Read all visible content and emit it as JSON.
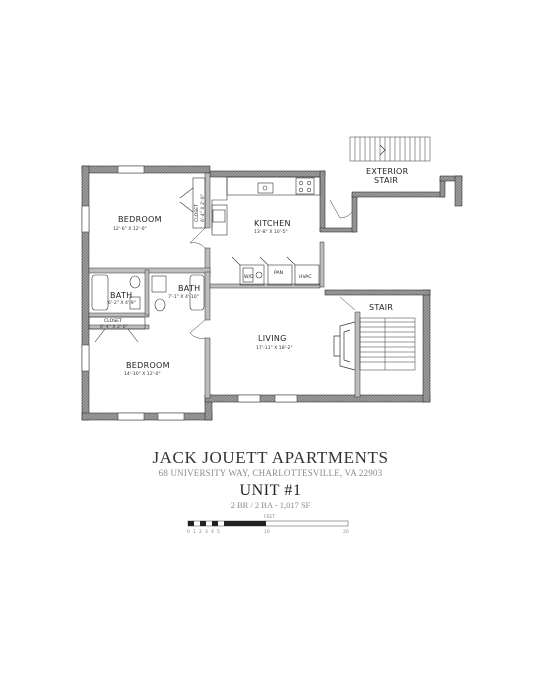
{
  "rooms": {
    "bedroom_1": {
      "name": "BEDROOM",
      "dims": "12'-6\" X 12'-0\""
    },
    "closet_1": {
      "name": "CLOSET",
      "dims": "6'-4\" X 2'-0\""
    },
    "kitchen": {
      "name": "KITCHEN",
      "dims": "13'-8\" X 10'-5\""
    },
    "bath_1": {
      "name": "BATH",
      "dims": "6'-2\" X 4'-9\""
    },
    "bath_2": {
      "name": "BATH",
      "dims": "7'-1\" X 4'-10\""
    },
    "closet_2": {
      "name": "CLOSET",
      "dims": "6'-4\" X 2'-0\""
    },
    "bedroom_2": {
      "name": "BEDROOM",
      "dims": "14'-10\" X 12'-0\""
    },
    "living": {
      "name": "LIVING",
      "dims": "17'-11\" X 18'-2\""
    },
    "stair": {
      "name": "STAIR"
    },
    "exterior_stair": {
      "line1": "EXTERIOR",
      "line2": "STAIR"
    }
  },
  "appliances": {
    "wd": "W/D",
    "pan": "PAN",
    "hvac": "HVAC"
  },
  "title": {
    "name": "JACK JOUETT APARTMENTS",
    "address": "68 UNIVERSITY WAY, CHARLOTTESVILLE, VA 22903",
    "unit": "UNIT #1",
    "info": "2 BR / 2 BA - 1,017 SF"
  },
  "scale": {
    "unit_label": "FEET",
    "ticks": [
      "0",
      "1",
      "2",
      "3",
      "4",
      "5",
      "10",
      "20"
    ]
  },
  "colors": {
    "wall": "#7a7a7a",
    "line": "#333333",
    "title": "#333333",
    "subtitle": "#8a8a8a"
  }
}
